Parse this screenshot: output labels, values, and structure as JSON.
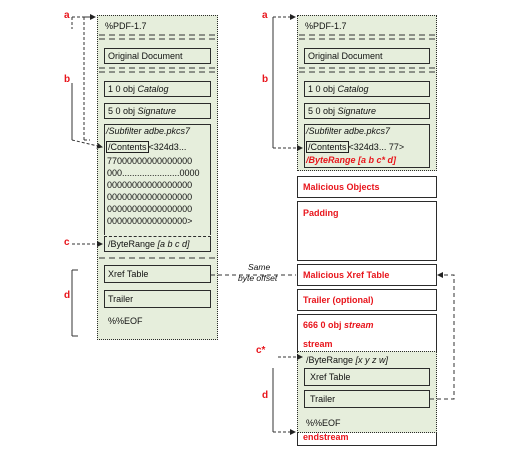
{
  "labels": {
    "a": "a",
    "b": "b",
    "c": "c",
    "d": "d",
    "c_star": "c*"
  },
  "left": {
    "header": "%PDF-1.7",
    "original": "Original Document",
    "catalog_num": "1 0 obj ",
    "catalog": "Catalog",
    "sig_num": "5 0 obj ",
    "sig": "Signature",
    "subfilter": "/Subfilter adbe.pkcs7",
    "contents_key": "/Contents",
    "contents_val": "<324d3...",
    "hex": [
      "77000000000000000",
      "000.......................0000",
      "00000000000000000",
      "00000000000000000",
      "00000000000000000",
      "0000000000000000>"
    ],
    "byterange_key": "/ByteRange ",
    "byterange_val": "[a b c d]",
    "xref": "Xref Table",
    "trailer": "Trailer",
    "eof": "%%EOF"
  },
  "middle": {
    "line1": "Same",
    "line2": "byte offset"
  },
  "right": {
    "header": "%PDF-1.7",
    "original": "Original Document",
    "catalog_num": "1 0 obj ",
    "catalog": "Catalog",
    "sig_num": "5 0 obj ",
    "sig": "Signature",
    "subfilter": "/Subfilter adbe.pkcs7",
    "contents_key": "/Contents",
    "contents_val": "<324d3... 77>",
    "byterange_red": "/ByteRange [a b c* d]",
    "malicious": "Malicious Objects",
    "padding": "Padding",
    "mal_xref": "Malicious Xref Table",
    "trailer_opt": "Trailer (optional)",
    "obj666": "666 0 obj ",
    "obj666_stream": "stream",
    "stream": "stream",
    "byterange2_key": "/ByteRange ",
    "byterange2_val": "[x y z w]",
    "xref": "Xref Table",
    "trailer": "Trailer",
    "eof": "%%EOF",
    "endstream": "endstream"
  }
}
